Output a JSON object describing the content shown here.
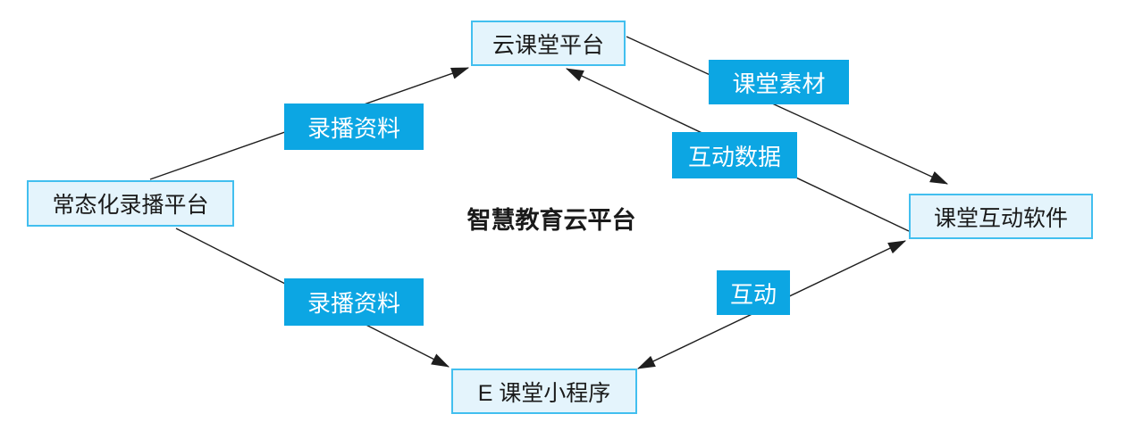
{
  "diagram": {
    "center_label": "智慧教育云平台",
    "nodes": [
      {
        "id": "recording-platform",
        "label": "常态化录播平台"
      },
      {
        "id": "cloud-classroom",
        "label": "云课堂平台"
      },
      {
        "id": "interactive-software",
        "label": "课堂互动软件"
      },
      {
        "id": "e-classroom-miniapp",
        "label": "E 课堂小程序"
      }
    ],
    "edges": [
      {
        "from": "常态化录播平台",
        "to": "云课堂平台",
        "label": "录播资料",
        "direction": "one-way"
      },
      {
        "from": "云课堂平台",
        "to": "课堂互动软件",
        "label": "课堂素材",
        "direction": "one-way"
      },
      {
        "from": "课堂互动软件",
        "to": "云课堂平台",
        "label": "互动数据",
        "direction": "one-way"
      },
      {
        "from": "常态化录播平台",
        "to": "E 课堂小程序",
        "label": "录播资料",
        "direction": "one-way"
      },
      {
        "from": "E 课堂小程序",
        "to": "课堂互动软件",
        "label": "互动",
        "direction": "two-way"
      }
    ],
    "colors": {
      "node_fill": "#e4f4fc",
      "node_border": "#42bfef",
      "edge_label_fill": "#0ca6e3",
      "edge_label_text": "#ffffff",
      "line": "#1e1e1e",
      "text": "#1a1a1a",
      "background": "#ffffff"
    }
  }
}
